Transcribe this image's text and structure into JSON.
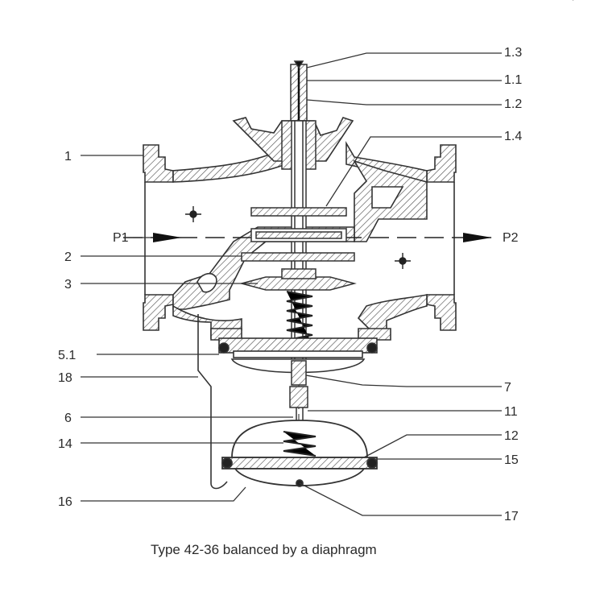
{
  "diagram": {
    "caption": "Type 42-36 balanced by a diaphragm",
    "corner_mark": "'",
    "labels_right": [
      "1.3",
      "1.1",
      "1.2",
      "1.4",
      "P2",
      "7",
      "11",
      "12",
      "15",
      "17"
    ],
    "labels_left": [
      "1",
      "P1",
      "2",
      "3",
      "5.1",
      "18",
      "6",
      "14",
      "16"
    ],
    "ink_color": "#333333",
    "hatch_color": "#555555"
  }
}
